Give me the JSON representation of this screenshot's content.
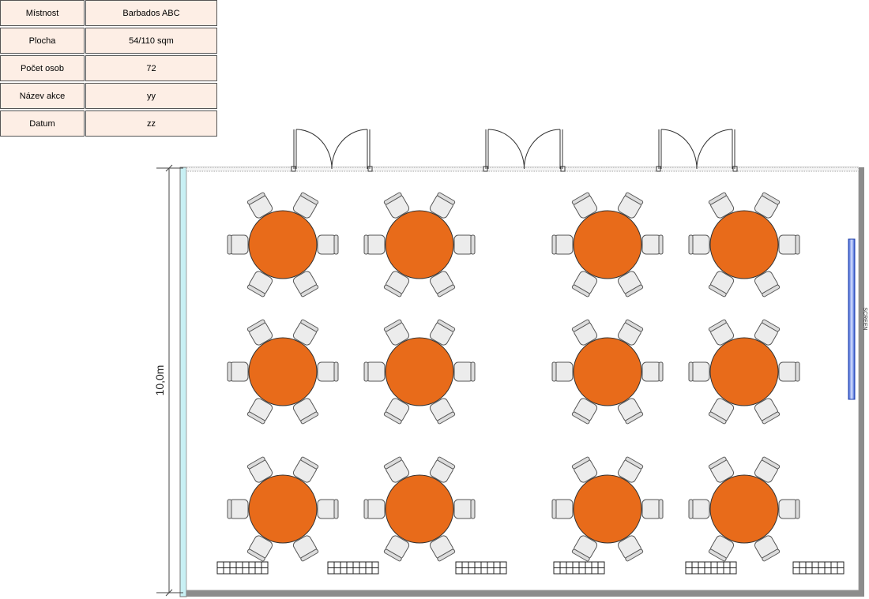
{
  "info_table": [
    {
      "label": "Místnost",
      "value": "Barbados ABC"
    },
    {
      "label": "Plocha",
      "value": "54/110 sqm"
    },
    {
      "label": "Počet osob",
      "value": "72"
    },
    {
      "label": "Název akce",
      "value": "yy"
    },
    {
      "label": "Datum",
      "value": "zz"
    }
  ],
  "floorplan": {
    "dimension_label": "10,0m",
    "screen_label": "SCREEN",
    "table_count": 12,
    "chairs_per_table": 6,
    "doors": 3,
    "radiators": 6,
    "colors": {
      "table_fill": "#e86b1a",
      "chair_fill": "#ececec",
      "wall": "#888888",
      "window": "#c8f0f4",
      "screen": "#3c64dc"
    }
  }
}
